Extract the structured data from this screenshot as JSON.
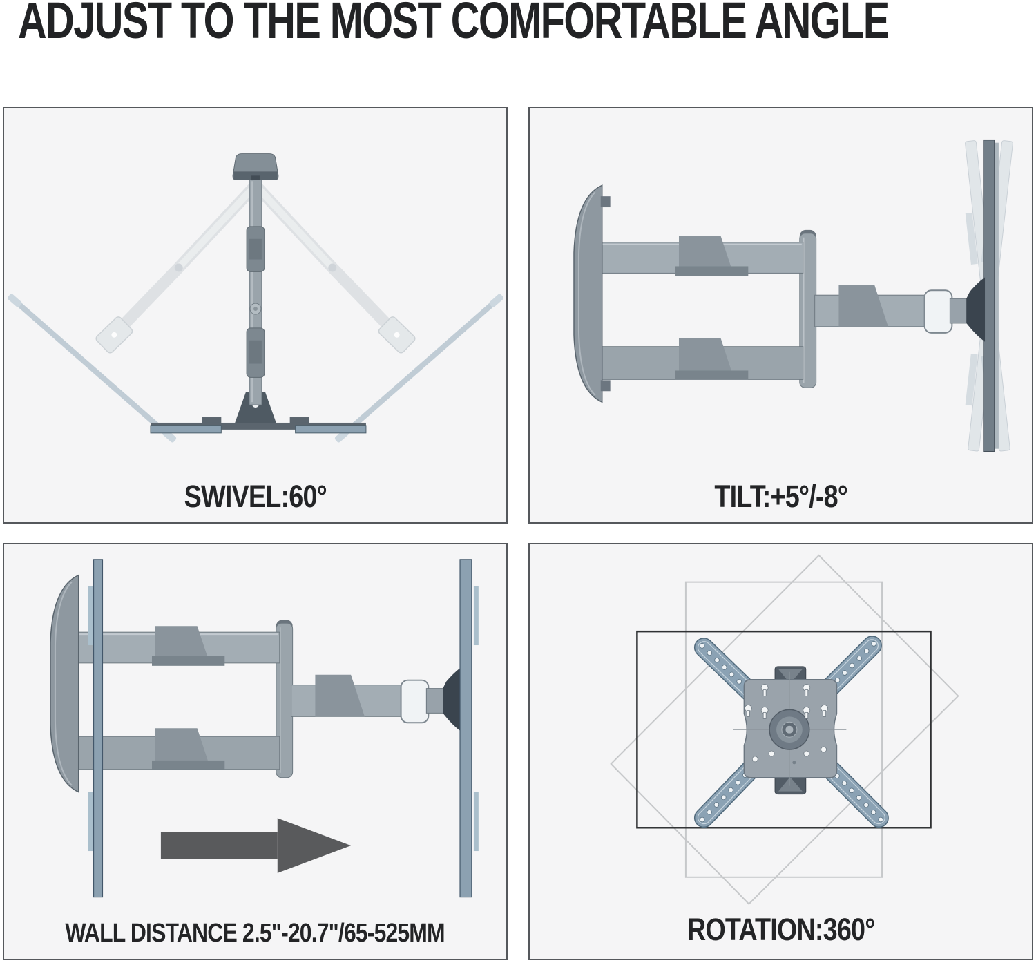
{
  "header": {
    "title": "ADJUST TO THE MOST COMFORTABLE ANGLE"
  },
  "panels": [
    {
      "name": "swivel",
      "label": "SWIVEL:60°"
    },
    {
      "name": "tilt",
      "label": "TILT:+5°/-8°"
    },
    {
      "name": "distance",
      "label": "WALL DISTANCE 2.5\"-20.7\"/65-525MM"
    },
    {
      "name": "rotation",
      "label": "ROTATION:360°"
    }
  ],
  "icons": [
    {
      "name": "right-arrow-icon",
      "meaning": "extend away from wall direction"
    }
  ],
  "colors": {
    "page_background": "#ffffff",
    "panel_background": "#f5f5f6",
    "panel_border": "#55585c",
    "text": "#232426",
    "metal_gray": "#9aa4ab",
    "metal_dark": "#5b656e",
    "steel_dark": "#3a444e",
    "bracket_blue": "#8ca1b1",
    "ghost_gray": "#dadee1",
    "ghost_blue": "#b3c2cd",
    "arrow_gray": "#595a5c"
  }
}
